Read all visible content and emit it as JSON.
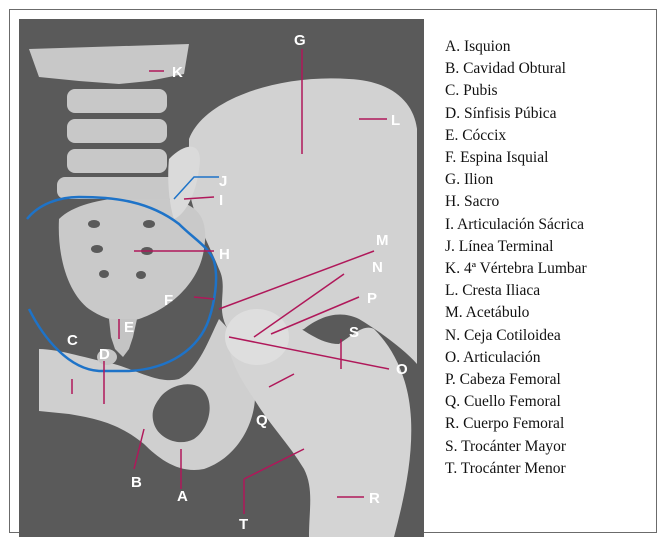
{
  "legend": [
    "A. Isquion",
    "B. Cavidad Obtural",
    "C. Pubis",
    "D. Sínfisis Púbica",
    "E. Cóccix",
    "F. Espina Isquial",
    "G. Ilion",
    "H. Sacro",
    "I. Articulación Sácrica",
    "J. Línea Terminal",
    "K. 4ª Vértebra Lumbar",
    "L. Cresta Iliaca",
    "M. Acetábulo",
    "N. Ceja Cotiloidea",
    "O. Articulación",
    "P. Cabeza Femoral",
    "Q. Cuello Femoral",
    "R. Cuerpo Femoral",
    "S. Trocánter Mayor",
    "T. Trocánter Menor"
  ],
  "labels": {
    "A": "A",
    "B": "B",
    "C": "C",
    "D": "D",
    "E": "E",
    "F": "F",
    "G": "G",
    "H": "H",
    "I": "I",
    "J": "J",
    "K": "K",
    "L": "L",
    "M": "M",
    "N": "N",
    "O": "O",
    "P": "P",
    "Q": "Q",
    "R": "R",
    "S": "S",
    "T": "T"
  },
  "colors": {
    "background": "#5a5a5a",
    "bone": "#d0d0d0",
    "bone_shadow": "#b8b8b8",
    "pointer": "#b0185a",
    "pelvic_line": "#1e73c8"
  }
}
